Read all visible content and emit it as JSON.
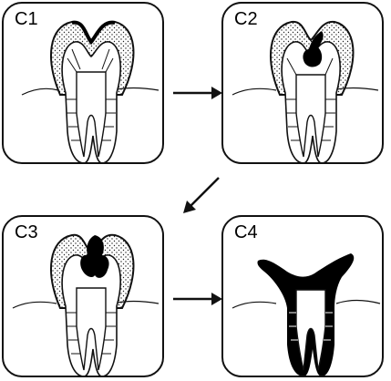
{
  "stages": [
    {
      "label": "C1",
      "icon": "tooth-enamel-caries-icon"
    },
    {
      "label": "C2",
      "icon": "tooth-dentin-caries-icon"
    },
    {
      "label": "C3",
      "icon": "tooth-pulp-caries-icon"
    },
    {
      "label": "C4",
      "icon": "tooth-root-remaining-icon"
    }
  ],
  "colors": {
    "line": "#111111",
    "caries": "#000000",
    "background": "#ffffff"
  }
}
